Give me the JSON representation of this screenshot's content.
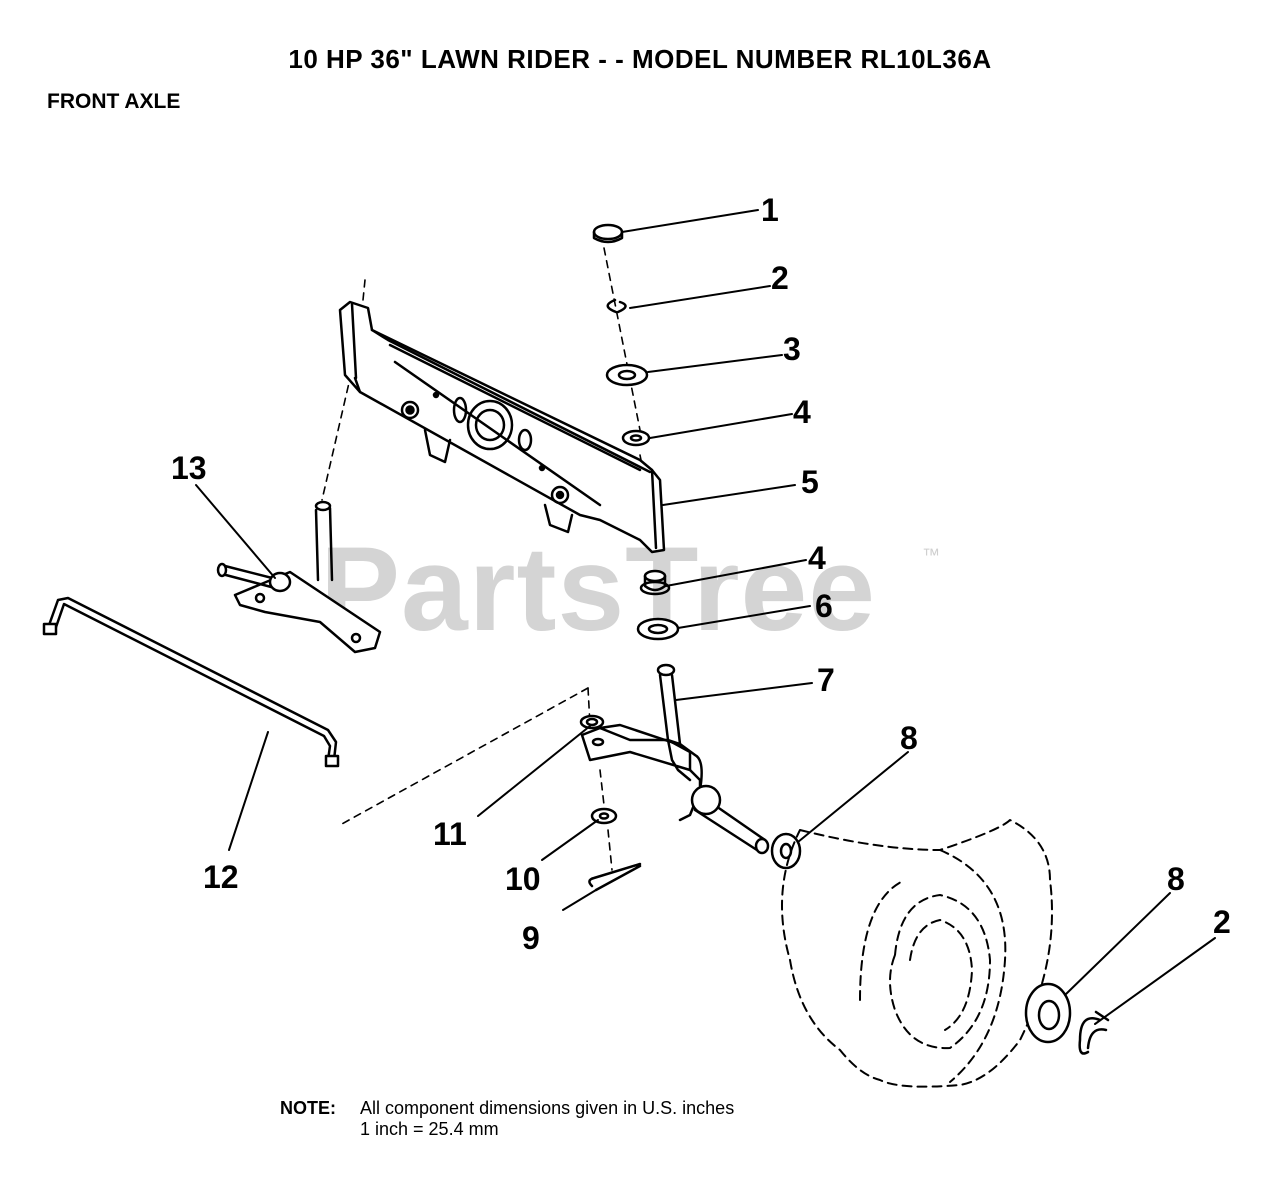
{
  "title": "10 HP 36\" LAWN RIDER - - MODEL NUMBER RL10L36A",
  "section": "FRONT AXLE",
  "watermark": "PartsTree",
  "watermark_tm": "™",
  "callouts": [
    "1",
    "2",
    "3",
    "4",
    "5",
    "4",
    "6",
    "7",
    "8",
    "8",
    "2",
    "9",
    "10",
    "11",
    "12",
    "13"
  ],
  "note": {
    "label": "NOTE:",
    "line1": "All component dimensions given in U.S. inches",
    "line2": "1 inch = 25.4 mm"
  }
}
